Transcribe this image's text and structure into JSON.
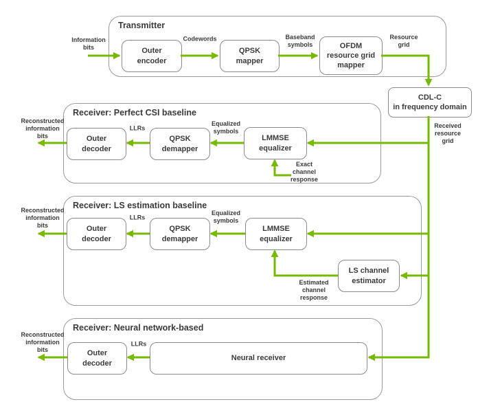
{
  "colors": {
    "accent_green": "#76b900",
    "box_border": "#8a8a8a",
    "container_border": "#9a9a9a",
    "text": "#3a3a3a"
  },
  "transmitter": {
    "title": "Transmitter",
    "blocks": {
      "outer_encoder": "Outer\nencoder",
      "qpsk_mapper": "QPSK\nmapper",
      "ofdm_resource_grid_mapper": "OFDM\nresource grid\nmapper"
    },
    "labels": {
      "information_bits": "Information\nbits",
      "codewords": "Codewords",
      "baseband_symbols": "Baseband\nsymbols",
      "resource_grid": "Resource\ngrid"
    }
  },
  "channel": {
    "cdl_c": "CDL-C\nin frequency domain",
    "received_resource_grid": "Received\nresource\ngrid"
  },
  "receiver_csi": {
    "title": "Receiver: Perfect CSI baseline",
    "blocks": {
      "outer_decoder": "Outer\ndecoder",
      "qpsk_demapper": "QPSK\ndemapper",
      "lmmse_equalizer": "LMMSE\nequalizer"
    },
    "labels": {
      "reconstructed_information_bits": "Reconstructed\ninformation\nbits",
      "llrs": "LLRs",
      "equalized_symbols": "Equalized\nsymbols",
      "exact_channel_response": "Exact\nchannel\nresponse"
    }
  },
  "receiver_ls": {
    "title": "Receiver: LS estimation baseline",
    "blocks": {
      "outer_decoder": "Outer\ndecoder",
      "qpsk_demapper": "QPSK\ndemapper",
      "lmmse_equalizer": "LMMSE\nequalizer",
      "ls_channel_estimator": "LS channel\nestimator"
    },
    "labels": {
      "reconstructed_information_bits": "Reconstructed\ninformation\nbits",
      "llrs": "LLRs",
      "equalized_symbols": "Equalized\nsymbols",
      "estimated_channel_response": "Estimated\nchannel\nresponse"
    }
  },
  "receiver_nn": {
    "title": "Receiver: Neural network-based",
    "blocks": {
      "outer_decoder": "Outer\ndecoder",
      "neural_receiver": "Neural receiver"
    },
    "labels": {
      "reconstructed_information_bits": "Reconstructed\ninformation\nbits",
      "llrs": "LLRs"
    }
  }
}
